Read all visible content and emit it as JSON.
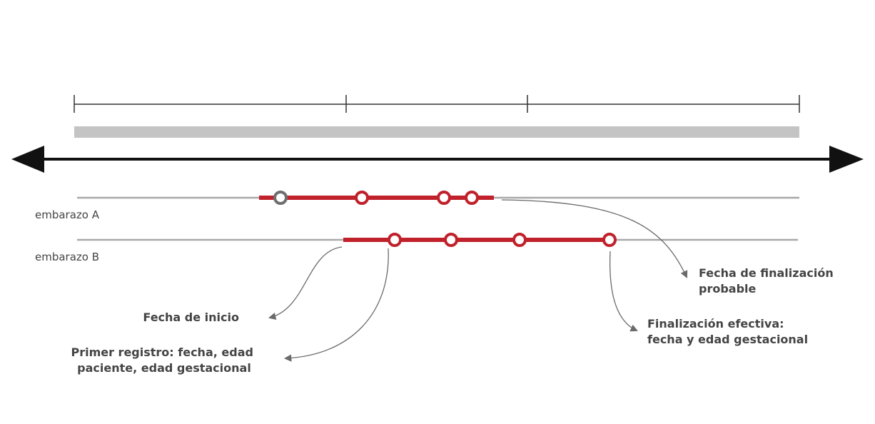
{
  "colors": {
    "accent": "#c0212b",
    "track": "#a8a8a8",
    "band": "#c4c4c4",
    "axis": "#111111",
    "ruler": "#333333",
    "connector": "#6a6a6a",
    "first_record_marker": "#6e6e6e",
    "text": "#444444"
  },
  "rows": [
    {
      "label": "embarazo A"
    },
    {
      "label": "embarazo B"
    }
  ],
  "callouts": {
    "start_date": [
      "Fecha de inicio"
    ],
    "first_record": [
      "Primer registro: fecha, edad",
      "paciente, edad gestacional"
    ],
    "probable_end": [
      "Fecha de finalización",
      "probable"
    ],
    "actual_end": [
      "Finalización efectiva:",
      "fecha y edad gestacional"
    ]
  }
}
